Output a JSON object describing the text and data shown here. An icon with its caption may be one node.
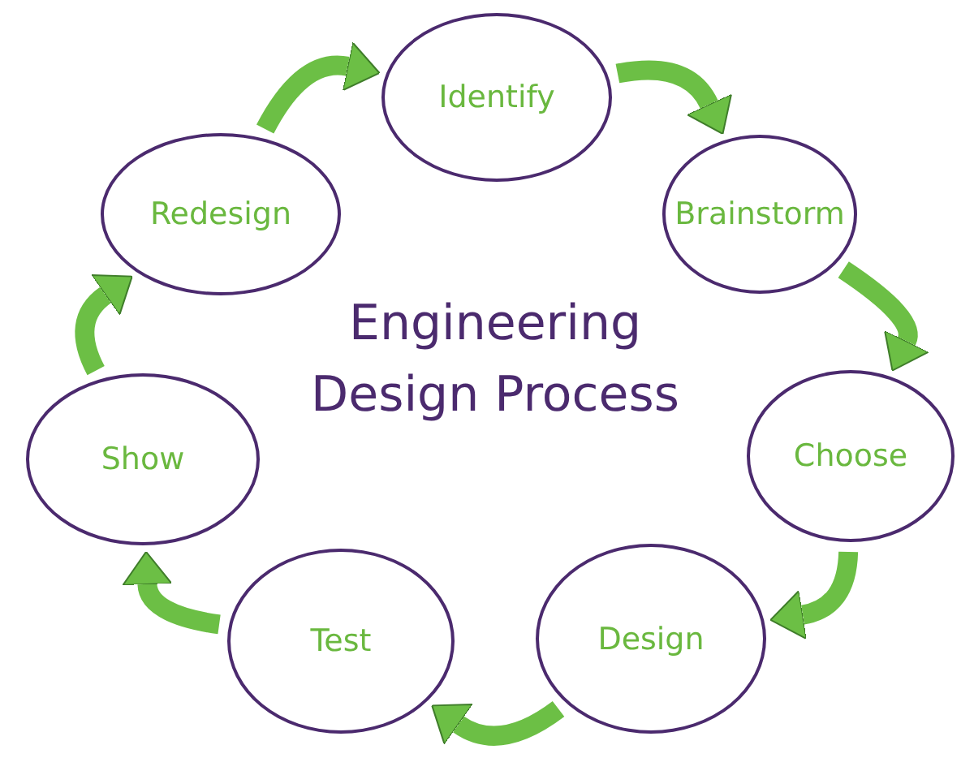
{
  "diagram": {
    "title": "Engineering Design Process",
    "nodes": [
      {
        "text": [
          "Identify"
        ]
      },
      {
        "text": [
          "Brainstorm"
        ]
      },
      {
        "text": [
          "Choose"
        ]
      },
      {
        "text": [
          "Design"
        ]
      },
      {
        "text": [
          "Test"
        ]
      },
      {
        "text": [
          "Show"
        ]
      },
      {
        "text": [
          "Redesign"
        ]
      }
    ],
    "edges": [
      {
        "from": 0,
        "to": 1,
        "arrow": "to"
      },
      {
        "from": 1,
        "to": 2,
        "arrow": "to"
      },
      {
        "from": 2,
        "to": 3,
        "arrow": "to"
      },
      {
        "from": 3,
        "to": 4,
        "arrow": "to"
      },
      {
        "from": 4,
        "to": 5,
        "arrow": "to"
      },
      {
        "from": 5,
        "to": 6,
        "arrow": "to"
      },
      {
        "from": 6,
        "to": 0,
        "arrow": "to"
      }
    ]
  }
}
